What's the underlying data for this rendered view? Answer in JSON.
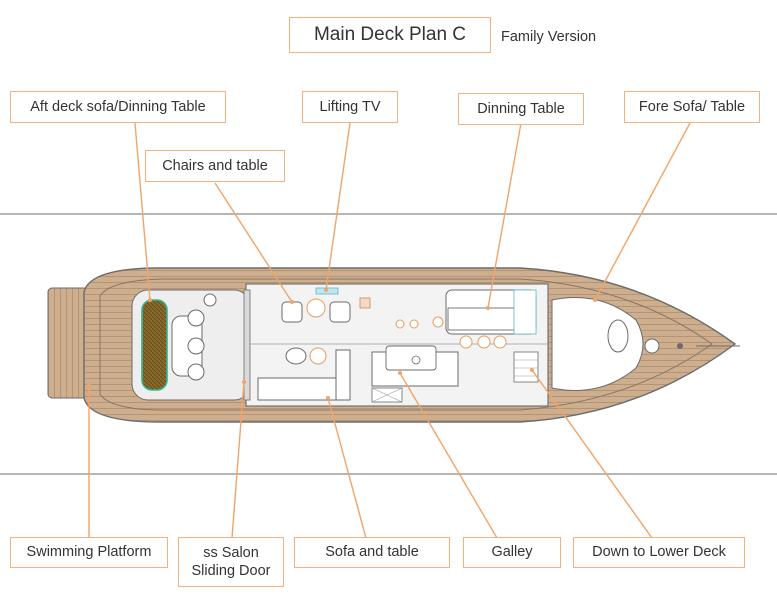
{
  "title": "Main Deck Plan C",
  "subtitle": "Family Version",
  "labels": {
    "aft_deck_sofa": "Aft deck sofa/Dinning Table",
    "lifting_tv": "Lifting TV",
    "dinning_table": "Dinning Table",
    "fore_sofa": "Fore Sofa/ Table",
    "chairs_table": "Chairs and  table",
    "swimming_platform": "Swimming Platform",
    "salon_door_line1": "ss Salon",
    "salon_door_line2": "Sliding Door",
    "sofa_table": "Sofa and table",
    "galley": "Galley",
    "down_lower_deck": "Down to Lower Deck"
  },
  "colors": {
    "label_border": "#f0b27e",
    "leader_line": "#f0a468",
    "deck_wood": "#c9a98a",
    "aft_sofa_fill": "#8a6a2a",
    "aft_sofa_outline": "#2fb59a",
    "hull_outline": "#6b6b6b"
  }
}
